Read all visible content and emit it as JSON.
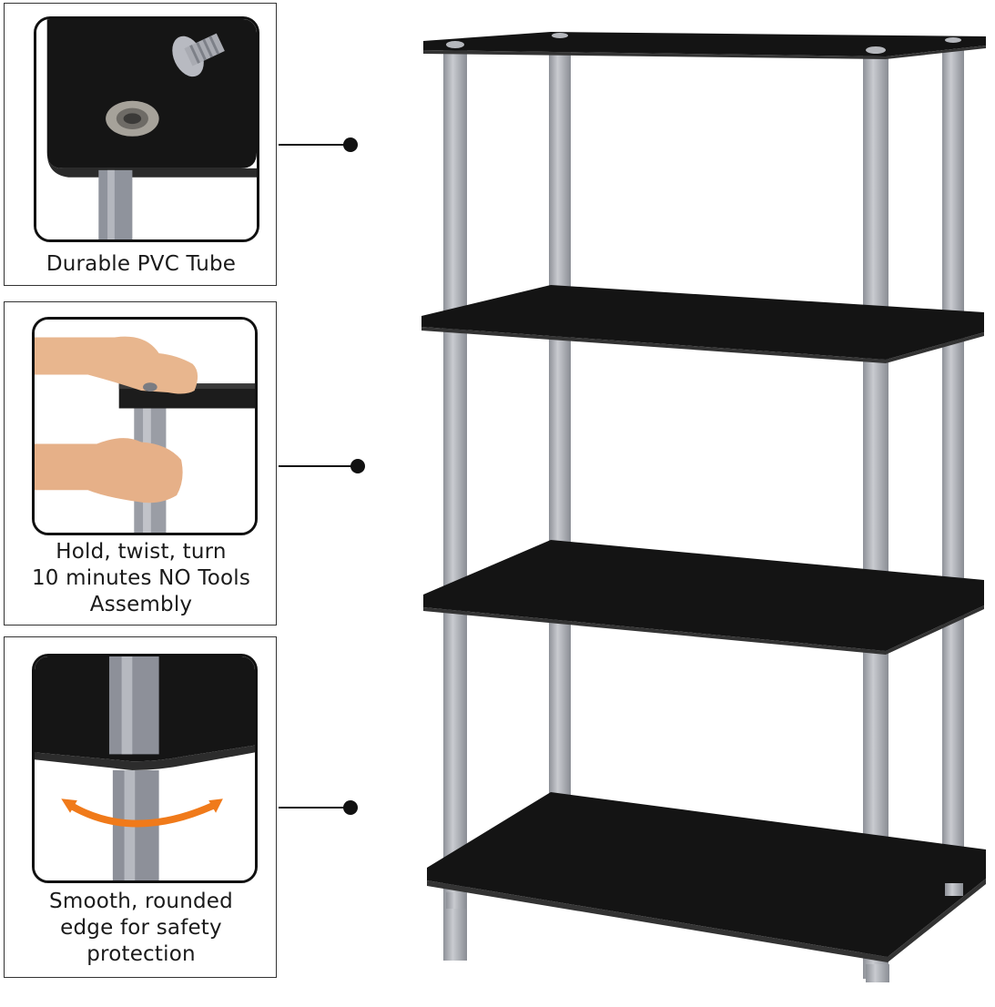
{
  "features": [
    {
      "name": "Durable PVC Tube",
      "lines": [
        "Durable PVC Tube"
      ]
    },
    {
      "name": "Hold, twist, turn 10 minutes NO Tools Assembly",
      "lines": [
        "Hold, twist, turn",
        "10 minutes NO Tools",
        "Assembly"
      ]
    },
    {
      "name": "Smooth, rounded edge for safety protection",
      "lines": [
        "Smooth, rounded",
        "edge for safety",
        "protection"
      ]
    }
  ],
  "colors": {
    "shelf_board": "#111111",
    "tube": "#a9abb0",
    "accent_arrow": "#f07a1a",
    "line": "#111111"
  },
  "icons": [
    "screw-icon",
    "hands-icon",
    "curved-arrow-icon",
    "bullet-dot-icon"
  ]
}
